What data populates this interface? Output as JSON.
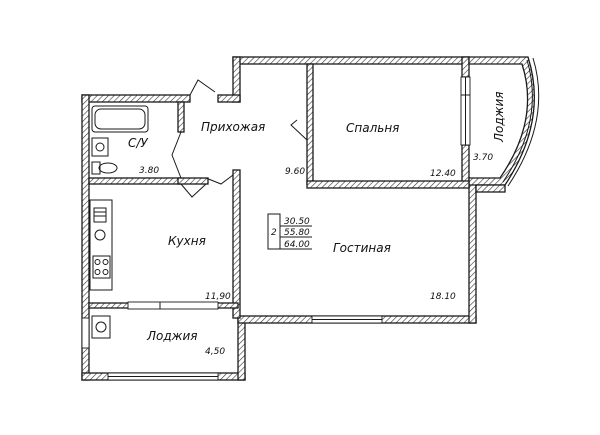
{
  "rooms": {
    "bathroom": {
      "label": "С/У",
      "area": "3.80"
    },
    "hallway": {
      "label": "Прихожая",
      "area": "9.60"
    },
    "bedroom": {
      "label": "Спальня",
      "area": "12.40"
    },
    "loggia_right": {
      "label": "Лоджия",
      "area": "3.70"
    },
    "kitchen": {
      "label": "Кухня",
      "area": "11,90"
    },
    "living": {
      "label": "Гостиная",
      "area": "18.10"
    },
    "loggia_bottom": {
      "label": "Лоджия",
      "area": "4,50"
    }
  },
  "summary": {
    "rooms_count": "2",
    "living_area": "30.50",
    "total_area": "55.80",
    "total_with_loggias": "64.00"
  }
}
